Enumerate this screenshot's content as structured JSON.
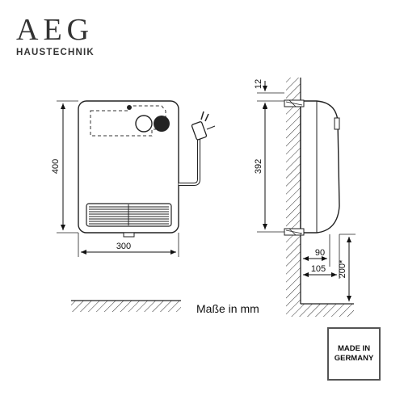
{
  "brand": {
    "name": "AEG",
    "subtitle": "HAUSTECHNIK"
  },
  "dimensions": {
    "front_height": "400",
    "front_width": "300",
    "side_top_offset": "12",
    "side_height": "392",
    "side_depth_a": "90",
    "side_depth_b": "105",
    "side_floor_height": "200*"
  },
  "units_label": "Maße in mm",
  "badge": {
    "line1": "MADE IN",
    "line2": "GERMANY"
  }
}
